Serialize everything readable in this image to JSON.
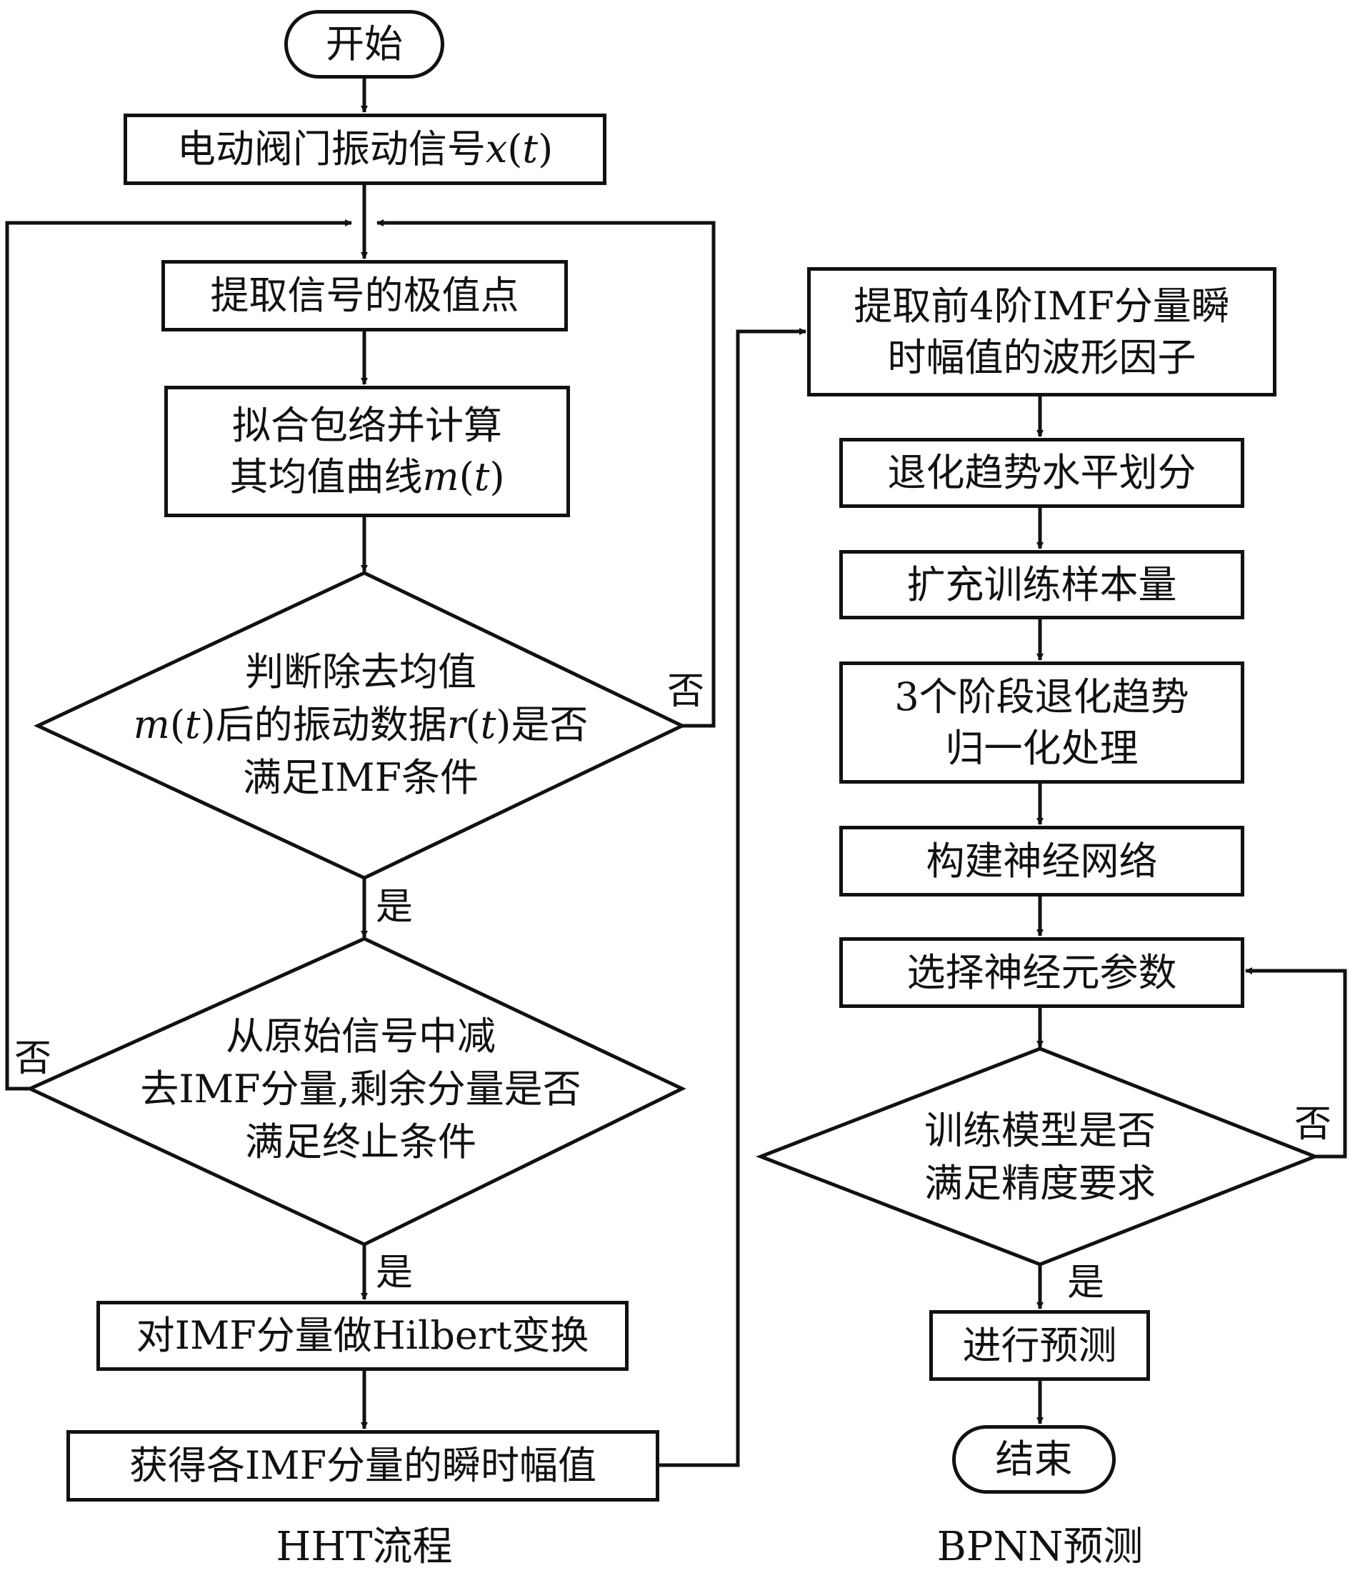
{
  "hht": {
    "caption": "HHT流程",
    "start": "开始",
    "signal_box": {
      "pre": "电动阀门振动信号",
      "var": "x",
      "paren_open": "(",
      "arg": "t",
      "paren_close": ")"
    },
    "extrema_box": "提取信号的极值点",
    "envelope_box": {
      "line1": "拟合包络并计算",
      "line2_pre": "其均值曲线",
      "line2_var": "m",
      "line2_po": "(",
      "line2_arg": "t",
      "line2_pc": ")"
    },
    "imf_check": {
      "line1": "判断除去均值",
      "line2_var1": "m",
      "line2_po1": "(",
      "line2_arg1": "t",
      "line2_pc1": ")",
      "line2_mid": "后的振动数据",
      "line2_var2": "r",
      "line2_po2": "(",
      "line2_arg2": "t",
      "line2_pc2": ")",
      "line2_post": "是否",
      "line3": "满足IMF条件",
      "no_label": "否",
      "yes_label": "是"
    },
    "stop_check": {
      "line1": "从原始信号中减",
      "line2": "去IMF分量,剩余分量是否",
      "line3": "满足终止条件",
      "no_label": "否",
      "yes_label": "是"
    },
    "hilbert_box": "对IMF分量做Hilbert变换",
    "amplitude_box": "获得各IMF分量的瞬时幅值"
  },
  "bpnn": {
    "caption": "BPNN预测",
    "waveform_box": {
      "line1": "提取前4阶IMF分量瞬",
      "line2": "时幅值的波形因子"
    },
    "trend_box": "退化趋势水平划分",
    "expand_box": "扩充训练样本量",
    "normalize_box": {
      "line1": "3个阶段退化趋势",
      "line2": "归一化处理"
    },
    "build_box": "构建神经网络",
    "select_box": "选择神经元参数",
    "accuracy_check": {
      "line1": "训练模型是否",
      "line2": "满足精度要求",
      "no_label": "否",
      "yes_label": "是"
    },
    "predict_box": "进行预测",
    "end": "结束"
  }
}
